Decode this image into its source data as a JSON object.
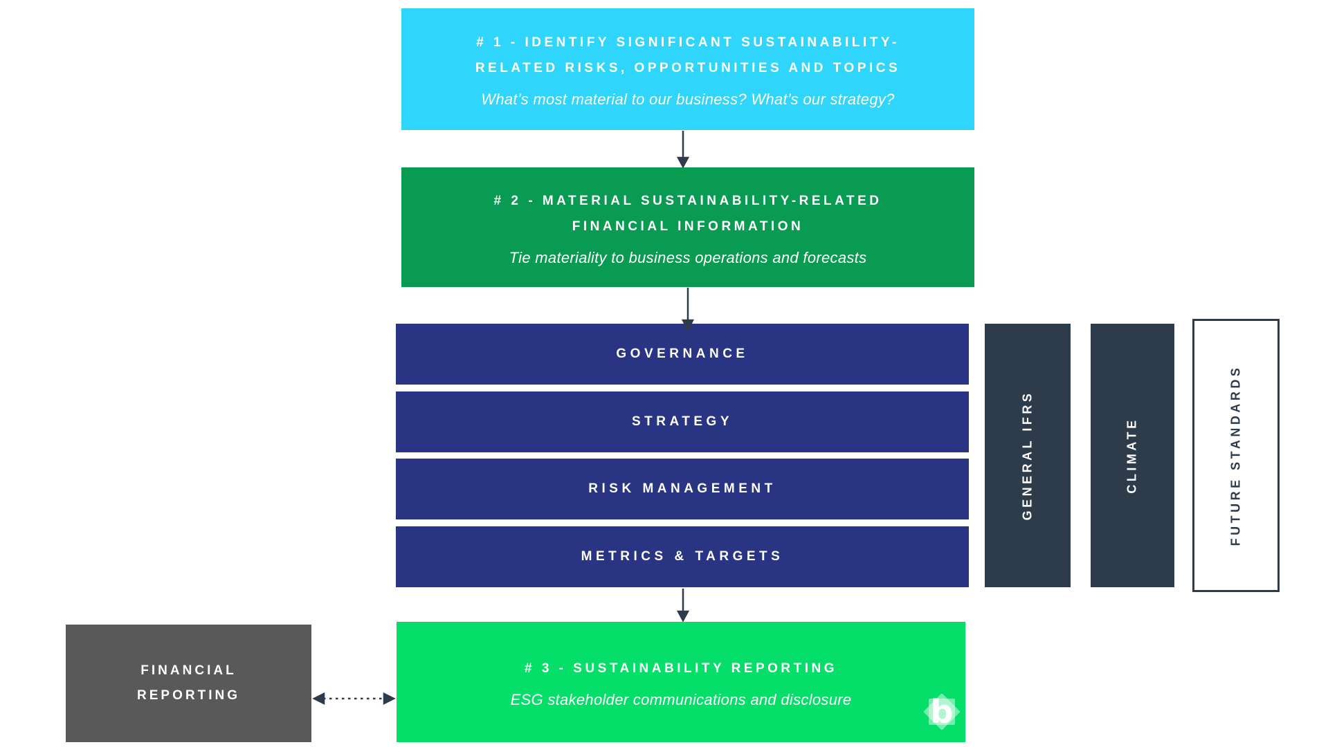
{
  "palette": {
    "cyan": "#2fd5fa",
    "green": "#0a9b53",
    "bright_green": "#05df69",
    "navy": "#293583",
    "slate": "#2d3b4b",
    "gray": "#595959",
    "text_on_dark": "#ffffff"
  },
  "flow": {
    "step1": {
      "title_line1": "# 1 - IDENTIFY SIGNIFICANT SUSTAINABILITY-",
      "title_line2": "RELATED RISKS, OPPORTUNITIES AND TOPICS",
      "subtitle": "What’s most material to our business? What’s our strategy?"
    },
    "step2": {
      "title_line1": "# 2 - MATERIAL SUSTAINABILITY-RELATED",
      "title_line2": "FINANCIAL INFORMATION",
      "subtitle": "Tie materiality to business operations and forecasts"
    },
    "pillars": [
      "GOVERNANCE",
      "STRATEGY",
      "RISK MANAGEMENT",
      "METRICS & TARGETS"
    ],
    "standards": [
      {
        "label": "GENERAL IFRS",
        "style": "filled"
      },
      {
        "label": "CLIMATE",
        "style": "filled"
      },
      {
        "label": "FUTURE STANDARDS",
        "style": "outline"
      }
    ],
    "step3": {
      "title": "# 3 - SUSTAINABILITY REPORTING",
      "subtitle": "ESG stakeholder communications and disclosure"
    },
    "financial_reporting": {
      "line1": "FINANCIAL",
      "line2": "REPORTING"
    },
    "logo": {
      "letter": "b"
    }
  }
}
